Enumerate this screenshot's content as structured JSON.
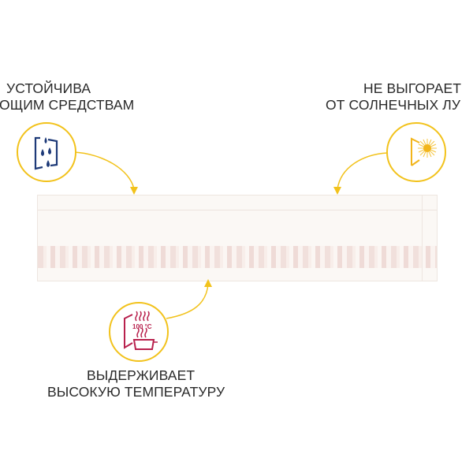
{
  "features": [
    {
      "id": "detergent",
      "lines": [
        "УСТОЙЧИВА",
        "ОЩИМ СРЕДСТВАМ"
      ],
      "icon": "water-drops-icon",
      "color": "#1e3a78"
    },
    {
      "id": "sun",
      "lines": [
        "НЕ ВЫГОРАЕТ",
        "ОТ СОЛНЕЧНЫХ ЛУ"
      ],
      "icon": "sun-icon",
      "color": "#f2b51b"
    },
    {
      "id": "heat",
      "lines": [
        "ВЫДЕРЖИВАЕТ",
        "ВЫСОКУЮ ТЕМПЕРАТУРУ"
      ],
      "icon": "hot-pot-icon",
      "color": "#b8214d",
      "temp_label": "100 °C"
    }
  ],
  "accent": "#f2c21b"
}
